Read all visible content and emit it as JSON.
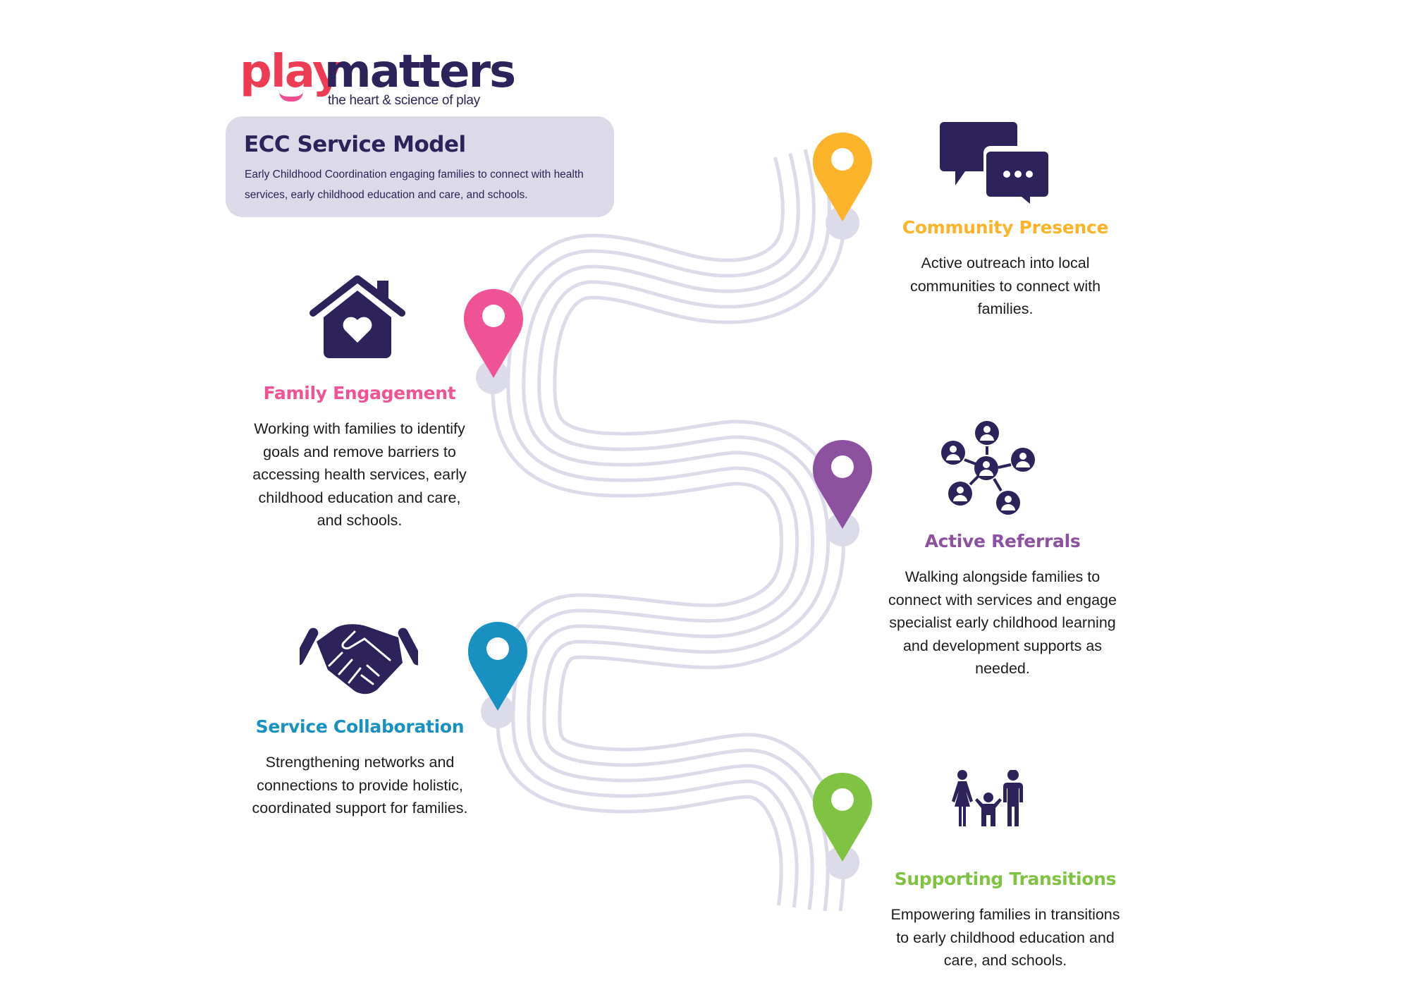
{
  "logo": {
    "word_play": "play",
    "word_matters": "matters",
    "tagline": "the heart & science of play",
    "colors": {
      "play": "#ee3b54",
      "matters": "#2d2259",
      "smile": "#ef4f91"
    }
  },
  "header": {
    "title": "ECC Service Model",
    "description": "Early Childhood Coordination engaging families to connect with health services, early childhood education and care, and schools.",
    "background": "#dcdae8",
    "text_color": "#2d2259"
  },
  "road": {
    "color": "#dcdbea",
    "lines": 5
  },
  "icon_color": "#2d2259",
  "steps": [
    {
      "id": "community-presence",
      "title": "Community Presence",
      "body": "Active outreach into local communities to connect with families.",
      "body_lines": [
        "Active outreach into local",
        "communities to connect with",
        "families."
      ],
      "color": "#fbb429",
      "icon": "chat-bubbles-icon",
      "side": "right"
    },
    {
      "id": "family-engagement",
      "title": "Family Engagement",
      "body": "Working with families to identify goals and remove barriers to accessing health services, early childhood education and care, and schools.",
      "body_lines": [
        "Working with families to identify",
        "goals and remove barriers to",
        "accessing health services, early",
        "childhood education and care,",
        "and schools."
      ],
      "color": "#ef5396",
      "icon": "house-heart-icon",
      "side": "left"
    },
    {
      "id": "active-referrals",
      "title": "Active Referrals",
      "body": "Walking alongside families to connect with services and engage specialist early childhood learning and development supports as needed.",
      "body_lines": [
        "Walking alongside families to",
        "connect with services and engage",
        "specialist early childhood learning",
        "and development supports as",
        "needed."
      ],
      "color": "#8c52a0",
      "icon": "people-network-icon",
      "side": "right"
    },
    {
      "id": "service-collaboration",
      "title": "Service Collaboration",
      "body": "Strengthening networks and connections to provide holistic, coordinated support for families.",
      "body_lines": [
        "Strengthening networks and",
        "connections to provide holistic,",
        "coordinated support for families."
      ],
      "color": "#1891c0",
      "icon": "handshake-icon",
      "side": "left"
    },
    {
      "id": "supporting-transitions",
      "title": "Supporting Transitions",
      "body": "Empowering families in transitions to early childhood education and care, and schools.",
      "body_lines": [
        "Empowering families in transitions",
        "to early childhood education and",
        "care, and schools."
      ],
      "color": "#80c242",
      "icon": "family-icon",
      "side": "right"
    }
  ]
}
